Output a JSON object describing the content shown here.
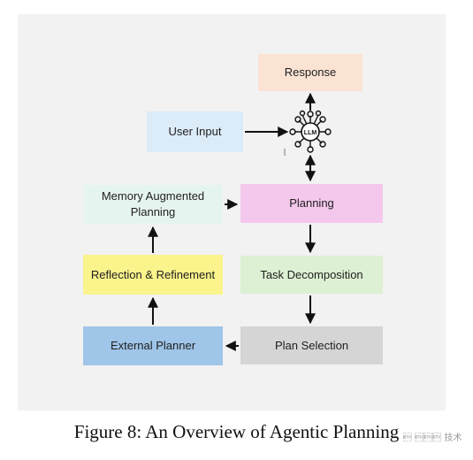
{
  "nodes": {
    "response": "Response",
    "user_input": "User Input",
    "llm": "LLM",
    "memory": "Memory Augmented Planning",
    "planning": "Planning",
    "reflection": "Reflection & Refinement",
    "task_decomposition": "Task Decomposition",
    "external_planner": "External Planner",
    "plan_selection": "Plan Selection"
  },
  "colors": {
    "response": "#fbe3d4",
    "user_input": "#dcebf8",
    "memory": "#e6f4ef",
    "planning": "#f4c8ec",
    "reflection": "#fbf38c",
    "task_decomposition": "#ddf0d3",
    "external_planner": "#9fc5e8",
    "plan_selection": "#d5d5d5"
  },
  "caption": "Figure 8: An Overview of Agentic Planning",
  "watermark": "\u0003 \u0003\u0003\u0003 技术"
}
